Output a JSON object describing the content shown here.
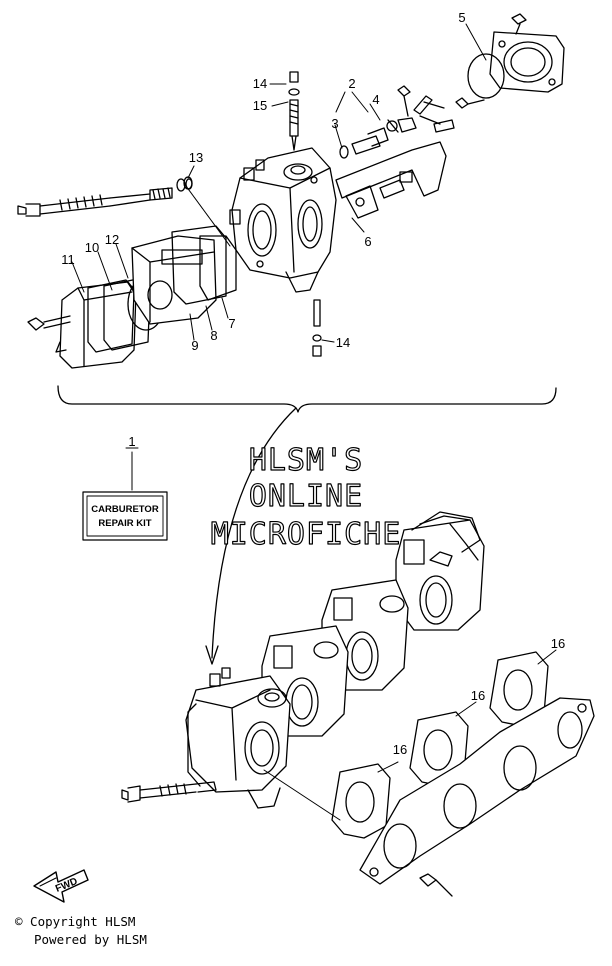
{
  "watermark": {
    "line1": "HLSM'S",
    "line2": "ONLINE",
    "line3": "MICROFICHE"
  },
  "kit_label": {
    "line1": "CARBURETOR",
    "line2": "REPAIR KIT"
  },
  "fwd_label": "FWD",
  "callouts": {
    "c1": "1",
    "c2": "2",
    "c3": "3",
    "c4": "4",
    "c5": "5",
    "c6": "6",
    "c7": "7",
    "c8": "8",
    "c9": "9",
    "c10": "10",
    "c11": "11",
    "c12": "12",
    "c13": "13",
    "c14a": "14",
    "c14b": "14",
    "c15": "15",
    "c16a": "16",
    "c16b": "16",
    "c16c": "16"
  },
  "footer": {
    "copyright": "© Copyright HLSM",
    "powered": "Powered by HLSM"
  }
}
